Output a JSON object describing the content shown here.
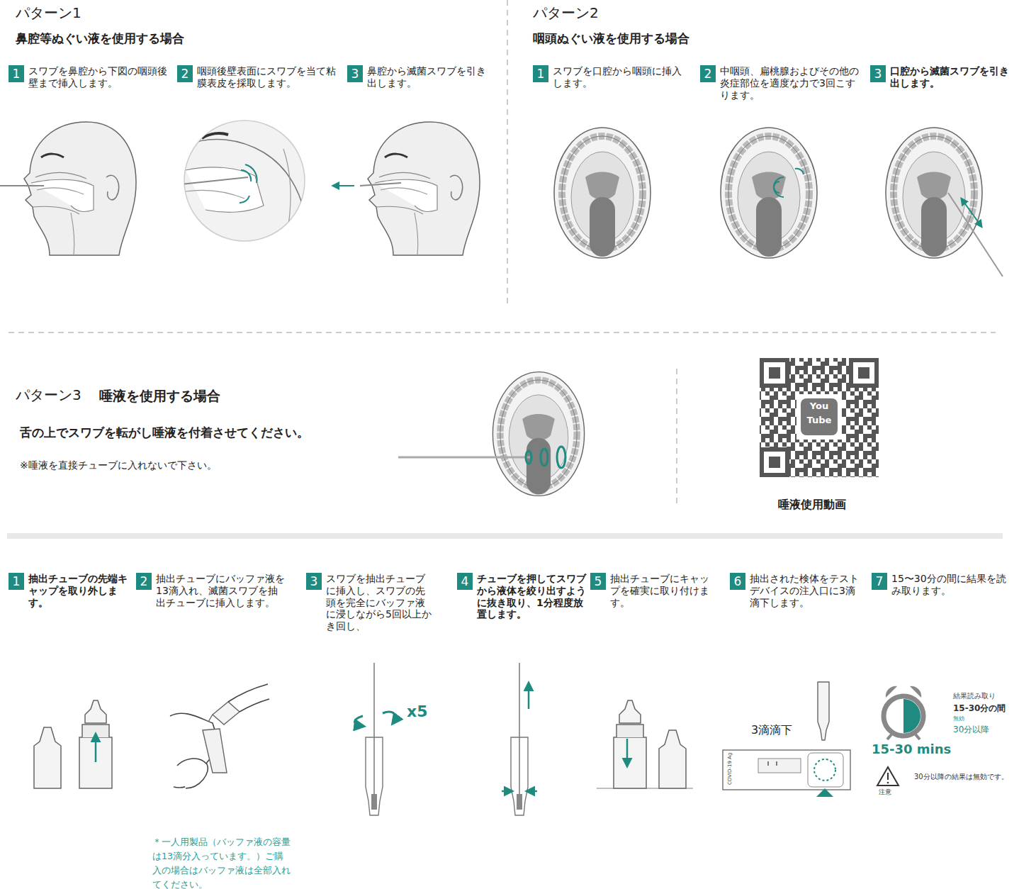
{
  "diagram": {
    "nodes": [
      {
        "text": [
          "1",
          "スワブを鼻腔から下図の咽頭後壁まで挿入します。"
        ]
      },
      {
        "text": [
          "2",
          "咽頭後壁表面にスワブを当て粘膜表皮を採取します。"
        ]
      },
      {
        "text": [
          "3",
          "鼻腔から滅菌スワブを引き出します。"
        ]
      },
      {
        "text": [
          "1",
          "スワブを口腔から咽頭に挿入します。"
        ]
      },
      {
        "text": [
          "2",
          "中咽頭、扁桃腺およびその他の炎症部位を適度な力で3回こすります。"
        ]
      },
      {
        "text": [
          "3",
          "口腔から滅菌スワブを引き出します。"
        ]
      },
      {
        "text": [
          "1",
          "抽出チューブの先端キャップを取り外します。"
        ]
      },
      {
        "text": [
          "2",
          "抽出チューブにバッファ液を13滴入れ、滅菌スワブを抽出チューブに挿入します。"
        ]
      },
      {
        "text": [
          "3",
          "スワブを抽出チューブに挿入し、スワブの先頭を完全にバッファ液に浸しながら5回以上かき回し、"
        ]
      },
      {
        "text": [
          "4",
          "チューブを押してスワブから液体を絞り出すように抜き取り、1分程度放置します。"
        ]
      },
      {
        "text": [
          "5",
          "抽出チューブにキャップを確実に取り付けます。"
        ]
      },
      {
        "text": [
          "6",
          "抽出された検体をテストデバイスの注入口に3滴滴下します。"
        ]
      },
      {
        "text": [
          "7",
          "15〜30分の間に結果を読み取ります。"
        ]
      }
    ],
    "labels": [
      "パターン1",
      "鼻腔等ぬぐい液を使用する場合",
      "パターン2",
      "咽頭ぬぐい液を使用する場合",
      "パターン3",
      "唾液を使用する場合",
      "舌の上でスワブを転がし唾液を付着させてください。",
      "※唾液を直接チューブに入れないで下さい。",
      "You",
      "Tube",
      "唾液使用動画",
      "＊一人用製品（バッファ液の容量は13滴分入っています。）ご購入の場合はバッファ液は全部入れてください。",
      "x5",
      "3滴滴下",
      "COVID-19 Ag",
      "結果読み取り",
      "15-30分の間",
      "無効",
      "30分以降",
      "15-30 mins",
      "注意",
      "30分以降の結果は無効です。"
    ]
  }
}
